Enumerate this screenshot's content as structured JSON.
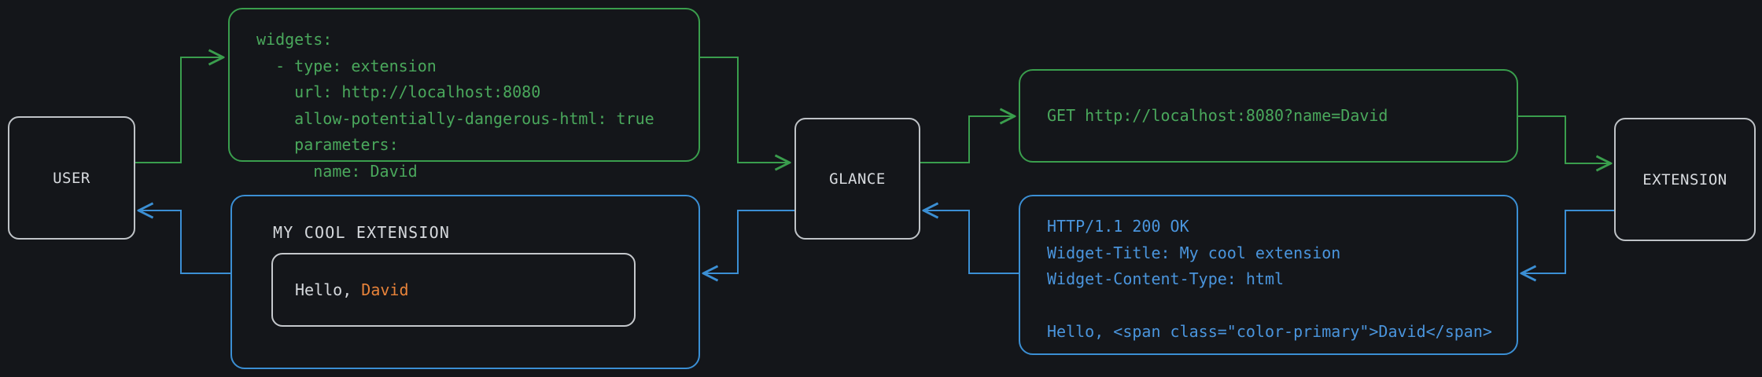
{
  "diagram": {
    "title": "Glance extension widget request flow",
    "background_color": "#14161a",
    "colors": {
      "green": "#3a9e4d",
      "green_text": "#4aa85c",
      "blue": "#3b8fd4",
      "blue_text": "#4a95dd",
      "node_border": "#bfc3c7",
      "node_text": "#d8dbdf",
      "accent_orange": "#e8833a"
    }
  },
  "nodes": {
    "user": {
      "label": "USER"
    },
    "glance": {
      "label": "GLANCE"
    },
    "extension": {
      "label": "EXTENSION"
    }
  },
  "config_block": {
    "lines": [
      "widgets:",
      "  - type: extension",
      "    url: http://localhost:8080",
      "    allow-potentially-dangerous-html: true",
      "    parameters:",
      "      name: David"
    ]
  },
  "request_block": {
    "lines": [
      "GET http://localhost:8080?name=David"
    ]
  },
  "response_block": {
    "lines": [
      "HTTP/1.1 200 OK",
      "Widget-Title: My cool extension",
      "Widget-Content-Type: html",
      "",
      "Hello, <span class=\"color-primary\">David</span>"
    ]
  },
  "widget_preview": {
    "title": "MY COOL EXTENSION",
    "greeting_prefix": "Hello, ",
    "greeting_name": "David"
  }
}
